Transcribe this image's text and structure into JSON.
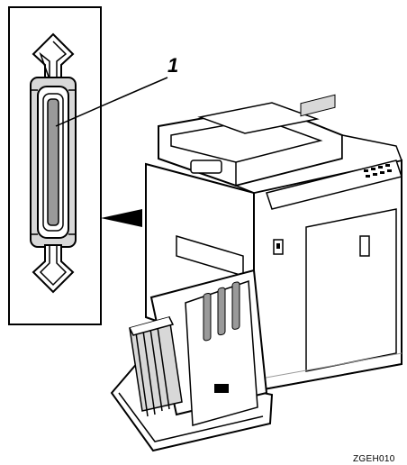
{
  "callout": {
    "number": "1"
  },
  "figure_code": "ZGEH010",
  "colors": {
    "line": "#000000",
    "fill": "#ffffff",
    "shade": "#d8d8d8",
    "dark_shade": "#9a9a9a"
  },
  "parts": {
    "inset": "parallel-interface-connector-detail",
    "pointer": "inset-pointer-arrow",
    "device": "copier-with-printer-controller"
  }
}
